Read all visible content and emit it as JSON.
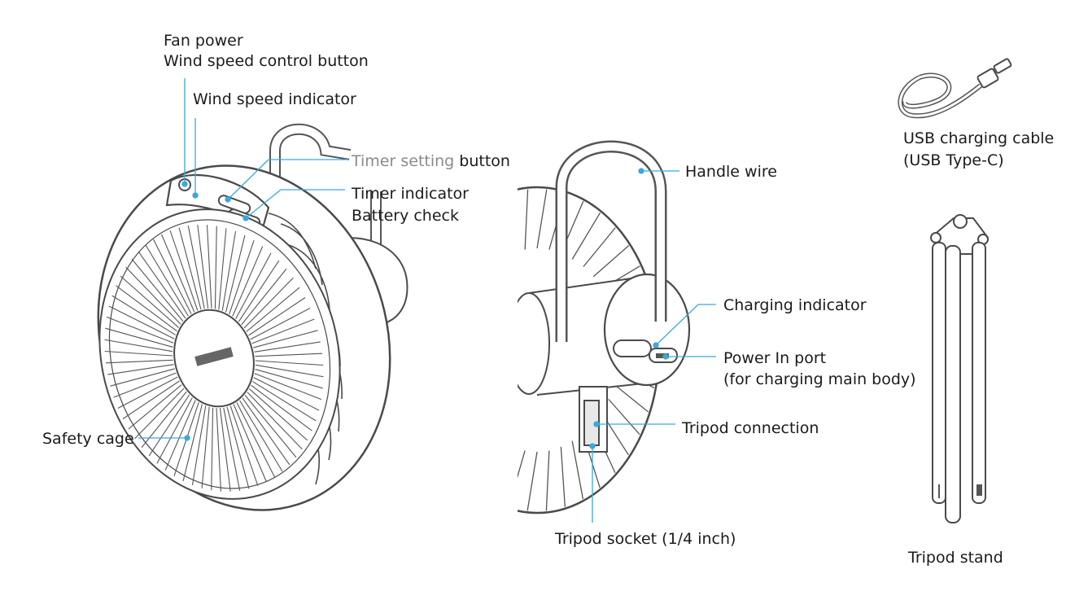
{
  "labels": {
    "fan_power": "Fan power",
    "wind_speed_control": "Wind speed control button",
    "wind_speed_indicator": "Wind speed indicator",
    "timer_setting_grey": "Timer setting",
    "timer_setting_rest": "button",
    "timer_indicator": "Timer indicator",
    "battery_check": "Battery check",
    "safety_cage": "Safety cage",
    "handle_wire": "Handle wire",
    "charging_indicator": "Charging indicator",
    "power_in_port": "Power In port",
    "power_in_port_note": "(for charging main body)",
    "tripod_connection": "Tripod connection",
    "tripod_socket": "Tripod socket (1/4 inch)",
    "usb_cable": "USB charging cable",
    "usb_cable_type": "(USB Type-C)",
    "tripod_stand": "Tripod stand"
  },
  "colors": {
    "leader_line": "#3aa8dc",
    "leader_dot": "#3aa8dc",
    "outline": "#4a4a4a"
  }
}
